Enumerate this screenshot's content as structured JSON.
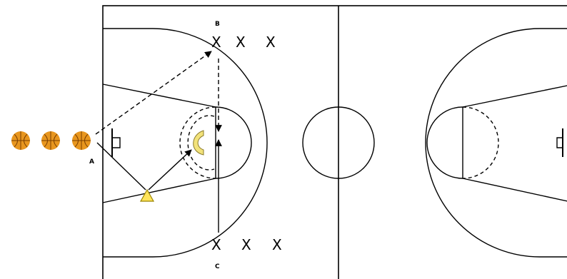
{
  "diagram": {
    "colors": {
      "court_lines": "#000000",
      "ball": "#e8961e",
      "ball_seams": "#7a3e00",
      "cone": "#ffe45a",
      "cone_outline": "#9a8400",
      "coach_marker": "#f2e27a"
    },
    "labels": {
      "spot_a": "A",
      "spot_b": "B",
      "spot_c": "C"
    },
    "player_marker_glyph": "X",
    "icons": {
      "ball": "basketball-icon",
      "cone": "triangle-cone-icon",
      "coach": "bracket-marker-icon"
    }
  }
}
